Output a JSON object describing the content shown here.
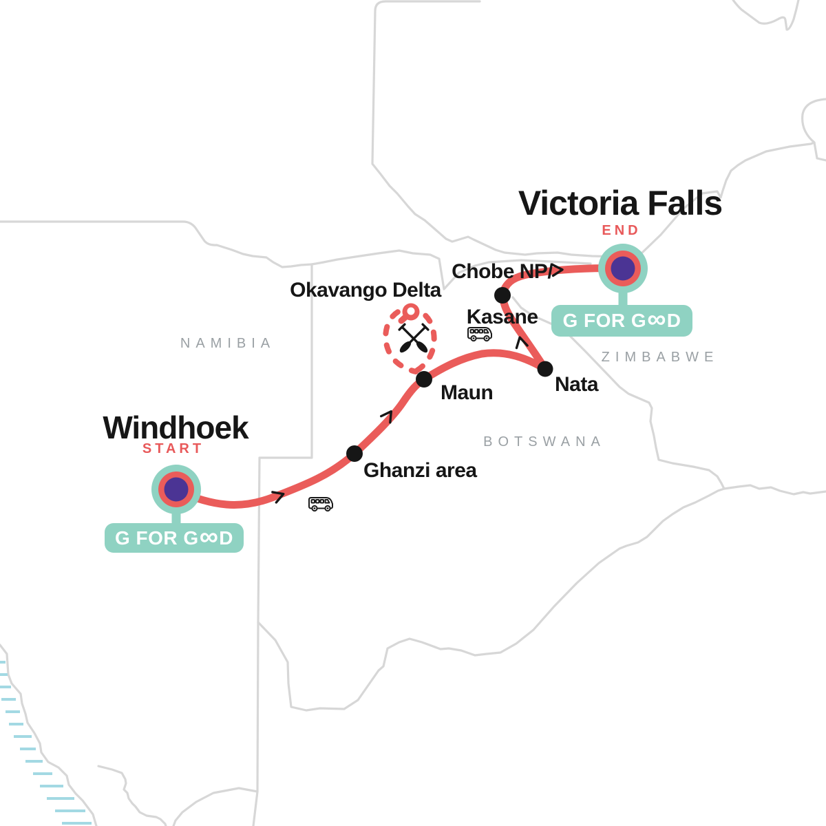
{
  "journey": {
    "start": {
      "city": "Windhoek",
      "tag": "START",
      "badge": {
        "prefix": "G FOR G",
        "infinity": "∞",
        "suffix": "D"
      }
    },
    "end": {
      "city": "Victoria Falls",
      "tag": "END",
      "badge": {
        "prefix": "G FOR G",
        "infinity": "∞",
        "suffix": "D"
      }
    },
    "stops": {
      "ghanzi": "Ghanzi area",
      "maun": "Maun",
      "nata": "Nata",
      "chobe_line1": "Chobe NP/",
      "chobe_line2": "Kasane",
      "okavango": "Okavango Delta"
    }
  },
  "countries": {
    "namibia": "NAMIBIA",
    "botswana": "BOTSWANA",
    "zimbabwe": "ZIMBABWE"
  },
  "icons": {
    "bus": "bus-icon (black outline minibus glyph)",
    "paddles": "crossed-paddles-icon (black X of two oars)",
    "camp": "camp-marker-icon (red blob with white dot on excursion loop)",
    "arrow": "route-direction-arrow (black chevron)"
  },
  "colors": {
    "route_red": "#ea5c5a",
    "teal": "#8fd2c2",
    "marker_purple": "#4b3494",
    "border_gray": "#d7d7d7",
    "ocean_hatch": "#a3d9e3",
    "country_label": "#9aa0a4",
    "text_black": "#161616",
    "background": "#ffffff"
  }
}
